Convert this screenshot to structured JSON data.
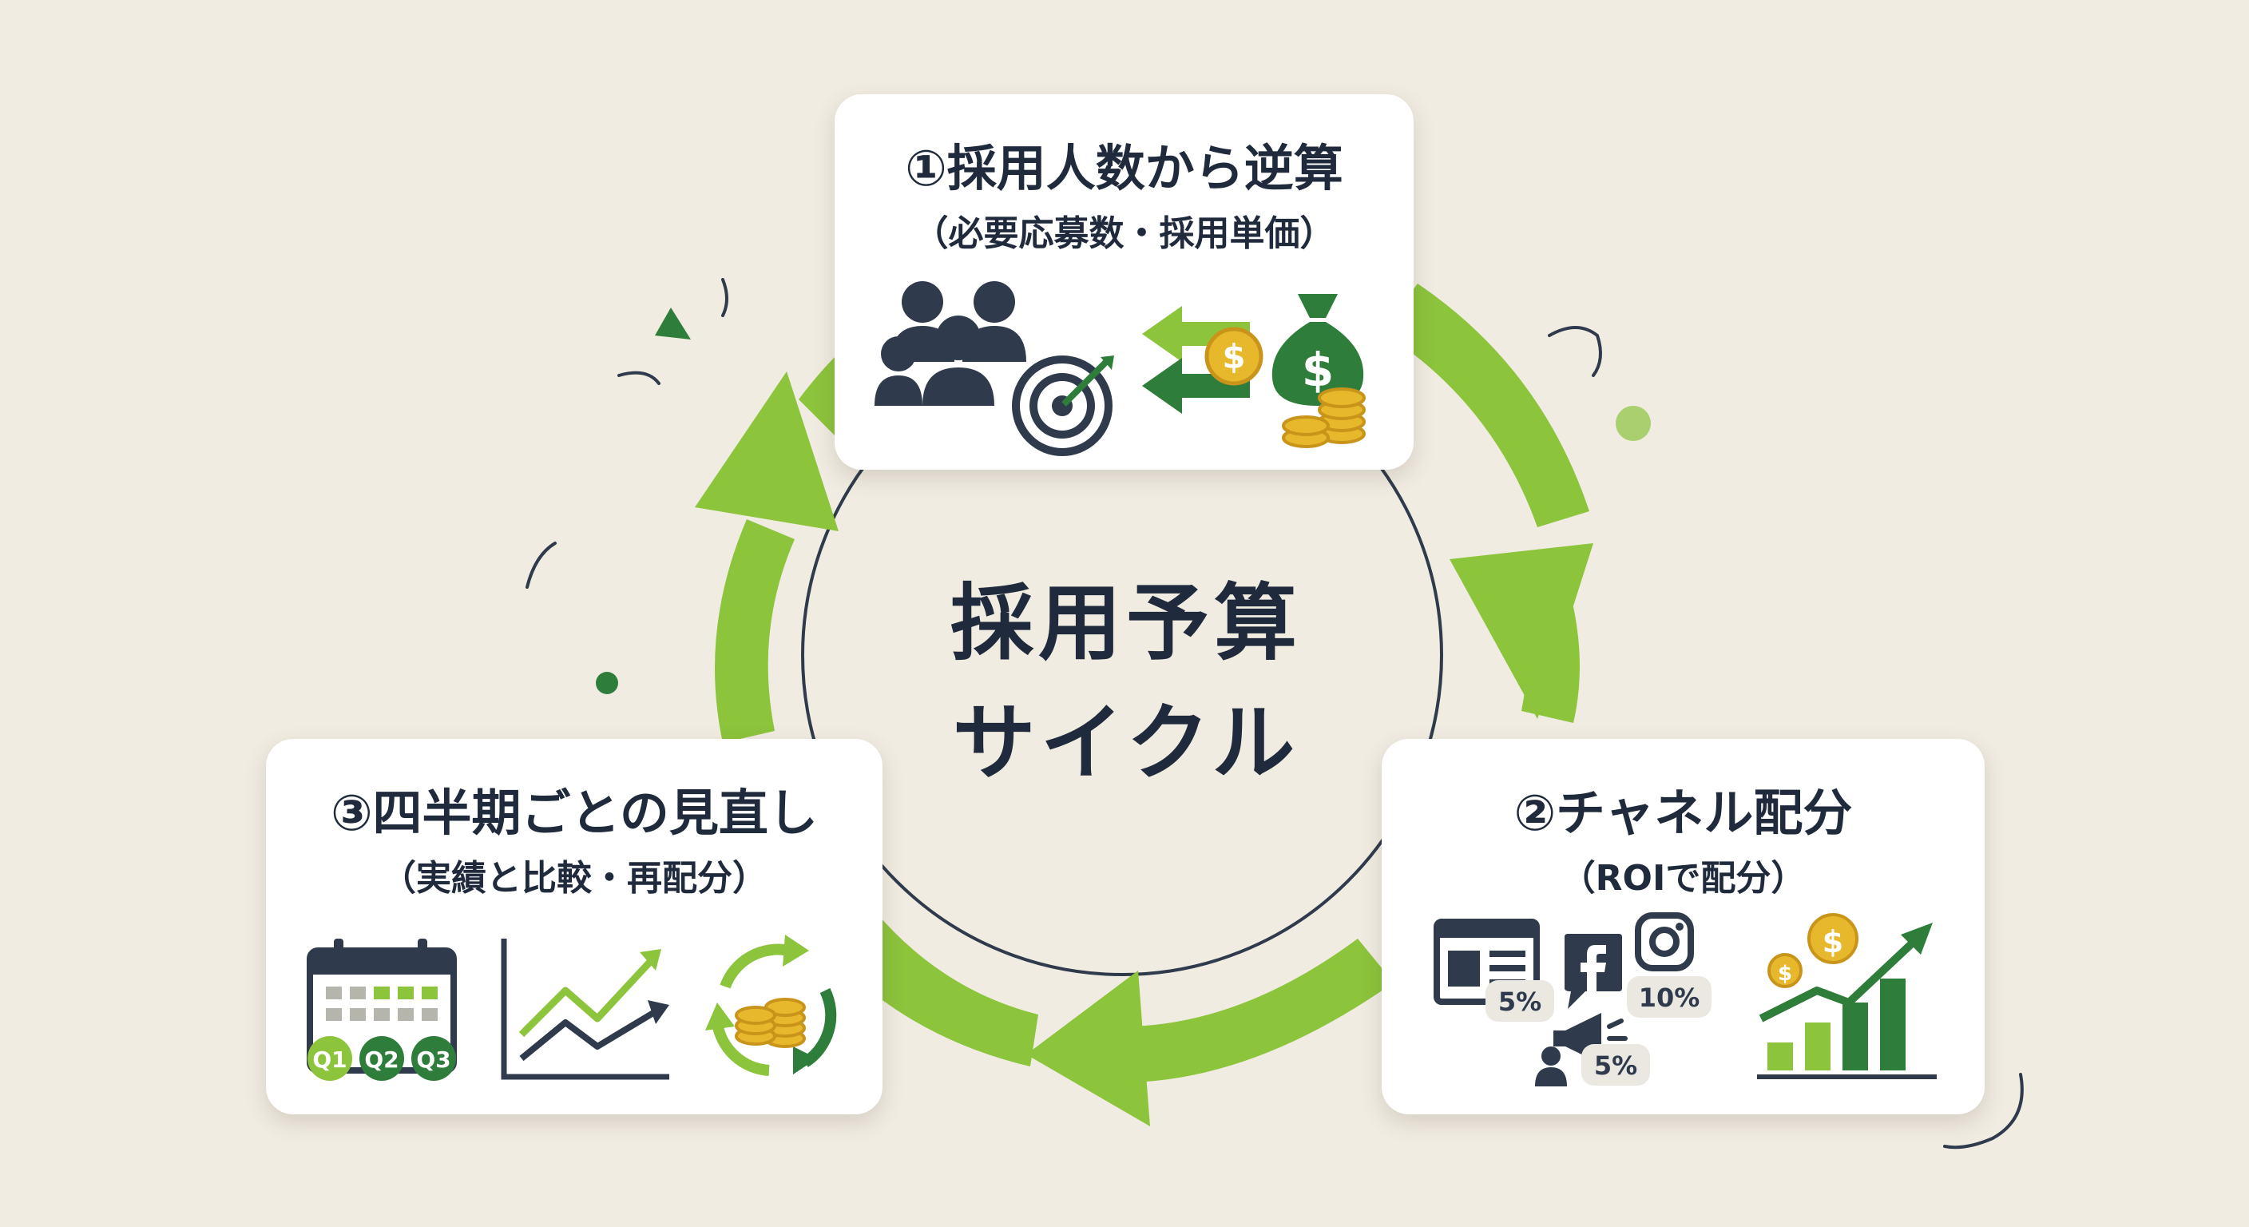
{
  "center": {
    "line1": "採用予算",
    "line2": "サイクル"
  },
  "steps": [
    {
      "title": "①採用人数から逆算",
      "subtitle": "（必要応募数・採用単価）",
      "icons": [
        "people-icon",
        "target-icon",
        "exchange-arrows-icon",
        "coin-icon",
        "money-bag-icon",
        "coin-stack-icon"
      ]
    },
    {
      "title": "②チャネル配分",
      "subtitle": "（ROIで配分）",
      "icons": [
        "web-ad-icon",
        "facebook-icon",
        "instagram-icon",
        "megaphone-icon",
        "growth-chart-icon"
      ],
      "channel_shares": [
        "5%",
        "10%",
        "5%"
      ]
    },
    {
      "title": "③四半期ごとの見直し",
      "subtitle": "（実績と比較・再配分）",
      "icons": [
        "calendar-icon",
        "line-chart-icon",
        "refresh-cycle-icon"
      ],
      "quarters": [
        "Q1",
        "Q2",
        "Q3"
      ]
    }
  ],
  "colors": {
    "cycle_arrow": "#8cc43c",
    "dark_green": "#2e7d3a",
    "navy": "#2f3b4c",
    "gold": "#e8b82c",
    "background": "#f1ece2"
  }
}
